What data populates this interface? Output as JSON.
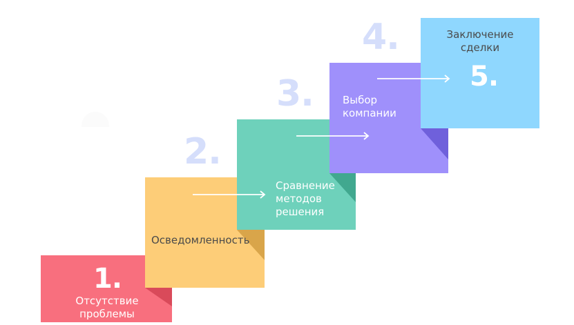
{
  "diagram": {
    "type": "staircase-process",
    "steps": [
      {
        "number": "1.",
        "label_line1": "Отсутствие",
        "label_line2": "проблемы",
        "color": "#f86f7e",
        "fold_color": "#d94a5a"
      },
      {
        "number": "2.",
        "label_line1": "Осведомленность",
        "label_line2": "",
        "color": "#fdcd78",
        "fold_color": "#d9a54a"
      },
      {
        "number": "3.",
        "label_line1": "Сравнение",
        "label_line2": "методов",
        "label_line3": "решения",
        "color": "#6ed1bb",
        "fold_color": "#41a88f"
      },
      {
        "number": "4.",
        "label_line1": "Выбор",
        "label_line2": "компании",
        "color": "#9f90fb",
        "fold_color": "#6f60db"
      },
      {
        "number": "5.",
        "label_line1": "Заключение",
        "label_line2": "сделки",
        "color": "#8fd7fe",
        "fold_color": ""
      }
    ],
    "ghost_number_color": "#d5defb",
    "arrow_color": "#ffffff"
  }
}
